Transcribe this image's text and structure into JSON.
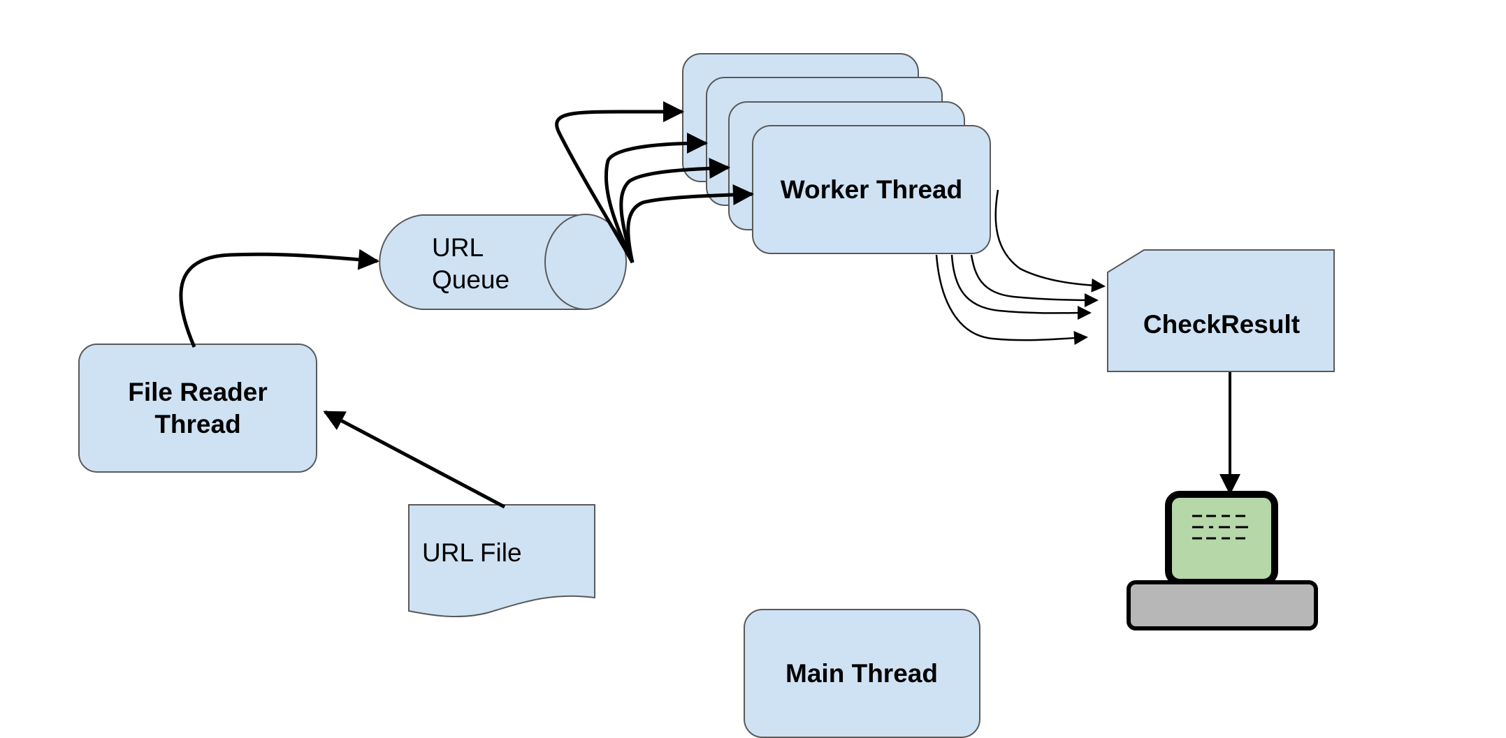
{
  "colors": {
    "node_fill": "#cfe2f3",
    "node_stroke": "#595959",
    "screen_fill": "#b6d7a8",
    "base_fill": "#b7b7b7",
    "line": "#000000"
  },
  "nodes": {
    "worker_thread": {
      "label": "Worker Thread"
    },
    "url_queue": {
      "line1": "URL",
      "line2": "Queue"
    },
    "file_reader_thread": {
      "line1": "File Reader",
      "line2": "Thread"
    },
    "url_file": {
      "label": "URL File"
    },
    "check_result": {
      "label": "CheckResult"
    },
    "main_thread": {
      "label": "Main Thread"
    },
    "computer": {
      "icon": "computer-icon"
    }
  }
}
